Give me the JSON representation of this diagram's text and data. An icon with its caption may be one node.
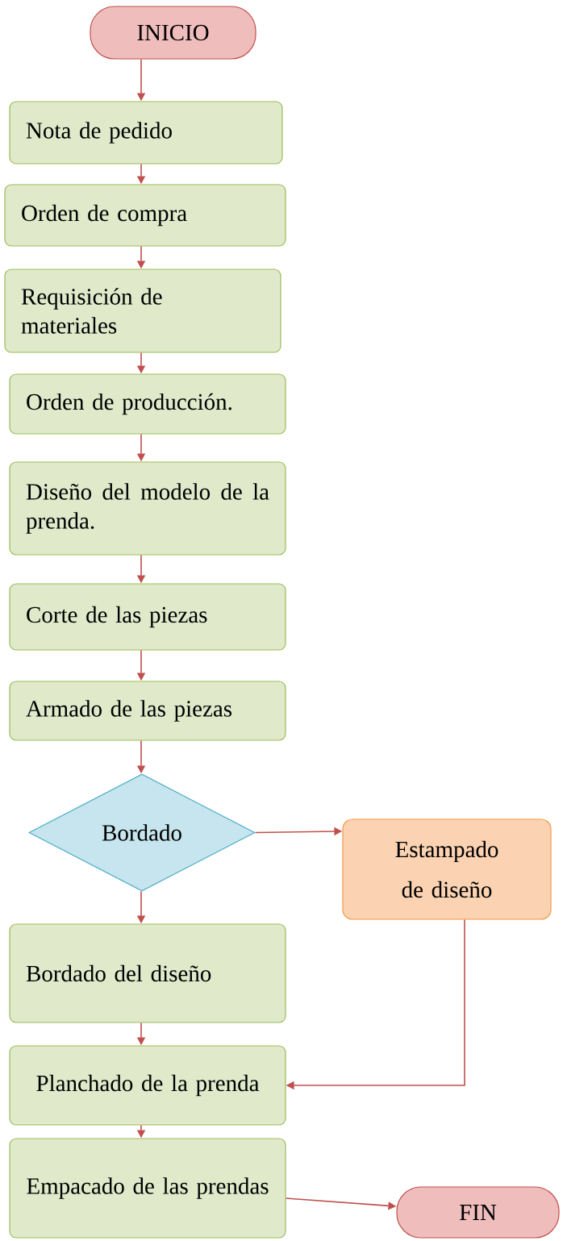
{
  "diagram": {
    "nodes": [
      {
        "text": [
          "INICIO"
        ]
      },
      {
        "text": [
          "Nota de pedido"
        ]
      },
      {
        "text": [
          "Orden de compra"
        ]
      },
      {
        "text": [
          "Requisición de materiales"
        ]
      },
      {
        "text": [
          "Orden de producción."
        ]
      },
      {
        "text": [
          "Diseño del modelo de la prenda."
        ]
      },
      {
        "text": [
          "Corte de las piezas"
        ]
      },
      {
        "text": [
          "Armado de las piezas"
        ]
      },
      {
        "text": [
          "Bordado"
        ]
      },
      {
        "text": [
          "Estampado de diseño"
        ]
      },
      {
        "text": [
          "Bordado del diseño"
        ]
      },
      {
        "text": [
          "Planchado de la prenda"
        ]
      },
      {
        "text": [
          "Empacado de las prendas"
        ]
      },
      {
        "text": [
          "FIN"
        ]
      }
    ],
    "edges": [
      {
        "from": 0,
        "to": 1,
        "arrow": "to"
      },
      {
        "from": 1,
        "to": 2,
        "arrow": "to"
      },
      {
        "from": 2,
        "to": 3,
        "arrow": "to"
      },
      {
        "from": 3,
        "to": 4,
        "arrow": "to"
      },
      {
        "from": 4,
        "to": 5,
        "arrow": "to"
      },
      {
        "from": 5,
        "to": 6,
        "arrow": "to"
      },
      {
        "from": 6,
        "to": 7,
        "arrow": "to"
      },
      {
        "from": 7,
        "to": 8,
        "arrow": "to"
      },
      {
        "from": 8,
        "to": 9,
        "arrow": "to"
      },
      {
        "from": 8,
        "to": 10,
        "arrow": "to"
      },
      {
        "from": 9,
        "to": 11,
        "arrow": "to"
      },
      {
        "from": 10,
        "to": 11,
        "arrow": "to"
      },
      {
        "from": 11,
        "to": 12,
        "arrow": "to"
      },
      {
        "from": 12,
        "to": 13,
        "arrow": "to"
      }
    ]
  }
}
